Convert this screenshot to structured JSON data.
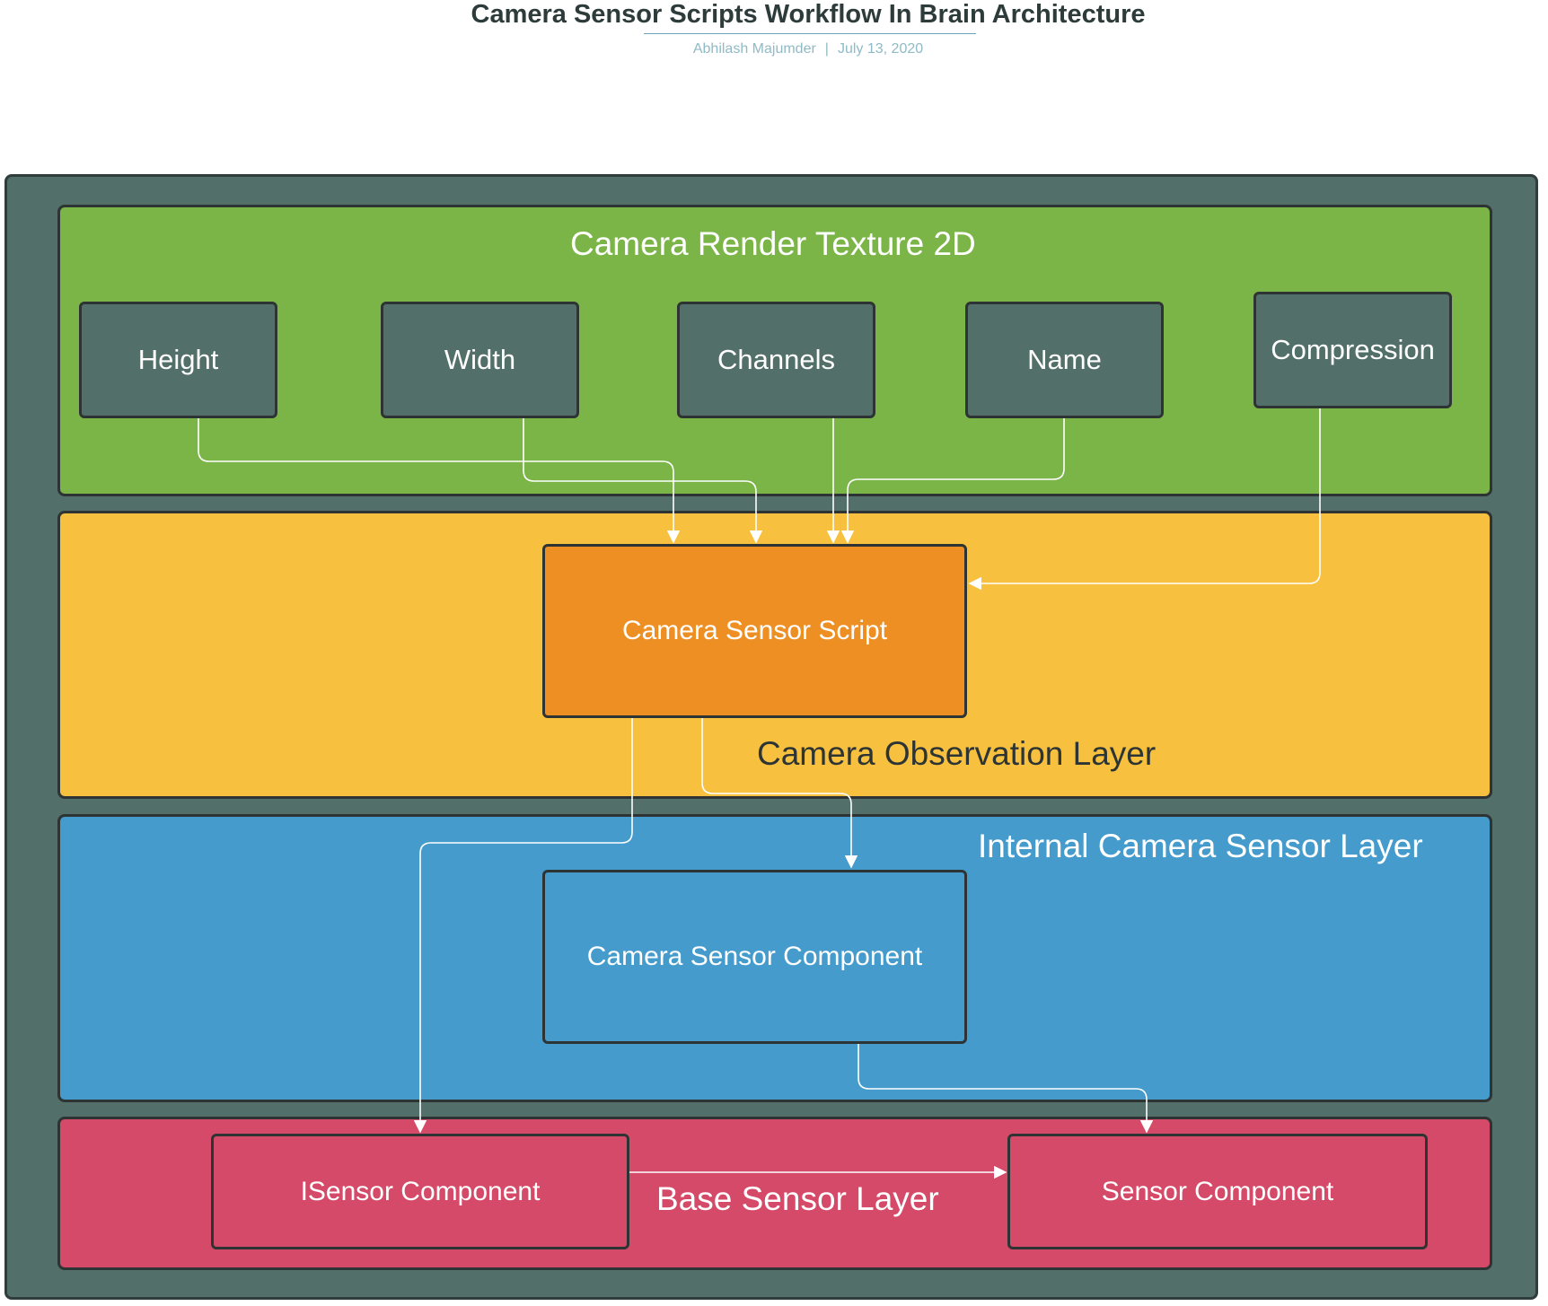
{
  "header": {
    "title": "Camera Sensor Scripts Workflow In Brain Architecture",
    "author": "Abhilash Majumder",
    "separator": "|",
    "date": "July 13, 2020"
  },
  "layers": {
    "render_texture": {
      "title": "Camera Render Texture 2D",
      "color": "#7cb547",
      "nodes": {
        "height": "Height",
        "width": "Width",
        "channels": "Channels",
        "name": "Name",
        "compression": "Compression"
      }
    },
    "observation": {
      "title": "Camera Observation Layer",
      "color": "#f7c03e",
      "nodes": {
        "script": "Camera Sensor  Script"
      },
      "node_color": "#ee8f23"
    },
    "internal": {
      "title": "Internal  Camera Sensor Layer",
      "color": "#449bcc",
      "nodes": {
        "component": "Camera Sensor Component"
      }
    },
    "base": {
      "title": "Base Sensor Layer",
      "color": "#d54a68",
      "nodes": {
        "isensor": "ISensor Component",
        "sensor": "Sensor Component"
      }
    }
  },
  "colors": {
    "frame": "#526f6a",
    "outline": "#2e3434",
    "connector": "#ffffff"
  }
}
